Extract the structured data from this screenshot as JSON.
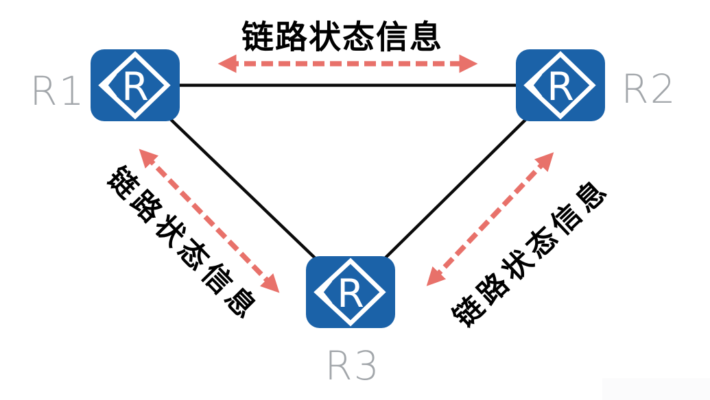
{
  "diagram": {
    "type": "network-topology"
  },
  "nodes": [
    {
      "id": "r1",
      "label": "R1",
      "icon": "router-icon",
      "icon_letter": "R"
    },
    {
      "id": "r2",
      "label": "R2",
      "icon": "router-icon",
      "icon_letter": "R"
    },
    {
      "id": "r3",
      "label": "R3",
      "icon": "router-icon",
      "icon_letter": "R"
    }
  ],
  "links": [
    {
      "from": "R1",
      "to": "R2",
      "label": "链路状态信息"
    },
    {
      "from": "R1",
      "to": "R3",
      "label": "链路状态信息"
    },
    {
      "from": "R2",
      "to": "R3",
      "label": "链路状态信息"
    }
  ],
  "colors": {
    "router_blue": "#1b62a8",
    "arrow_red": "#e8716a",
    "link_black": "#0b0b0b",
    "node_label_gray": "#a2a6aa",
    "link_label_black": "#000000"
  }
}
